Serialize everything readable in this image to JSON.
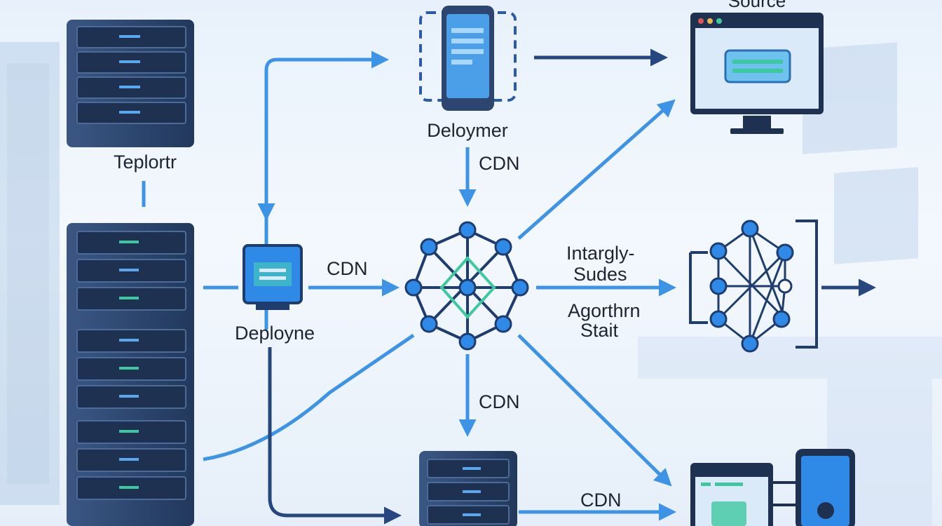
{
  "labels": {
    "source": "Source",
    "teplortr": "Teplortr",
    "deploymer": "Deloymer",
    "cdn_top": "CDN",
    "cdn_left": "CDN",
    "deployne": "Deployne",
    "intargly": "Intargly-",
    "sudes": "Sudes",
    "agorthrn": "Agorthrn",
    "stait": "Stait",
    "cdn_mid": "CDN",
    "cdn_bottom": "CDN"
  },
  "colors": {
    "arrow_light": "#3d94e6",
    "arrow_dark": "#25467e",
    "server_body": "#2c4670",
    "node_fill": "#2e8ae6",
    "node_stroke": "#1e3d6e",
    "screen": "#4a9fe8",
    "accent_green": "#3ec8a0"
  },
  "icons": [
    "server-rack-icon",
    "phone-icon",
    "monitor-icon",
    "chip-icon",
    "network-hub-icon",
    "neural-network-icon",
    "browser-window-icon",
    "mobile-device-icon"
  ]
}
